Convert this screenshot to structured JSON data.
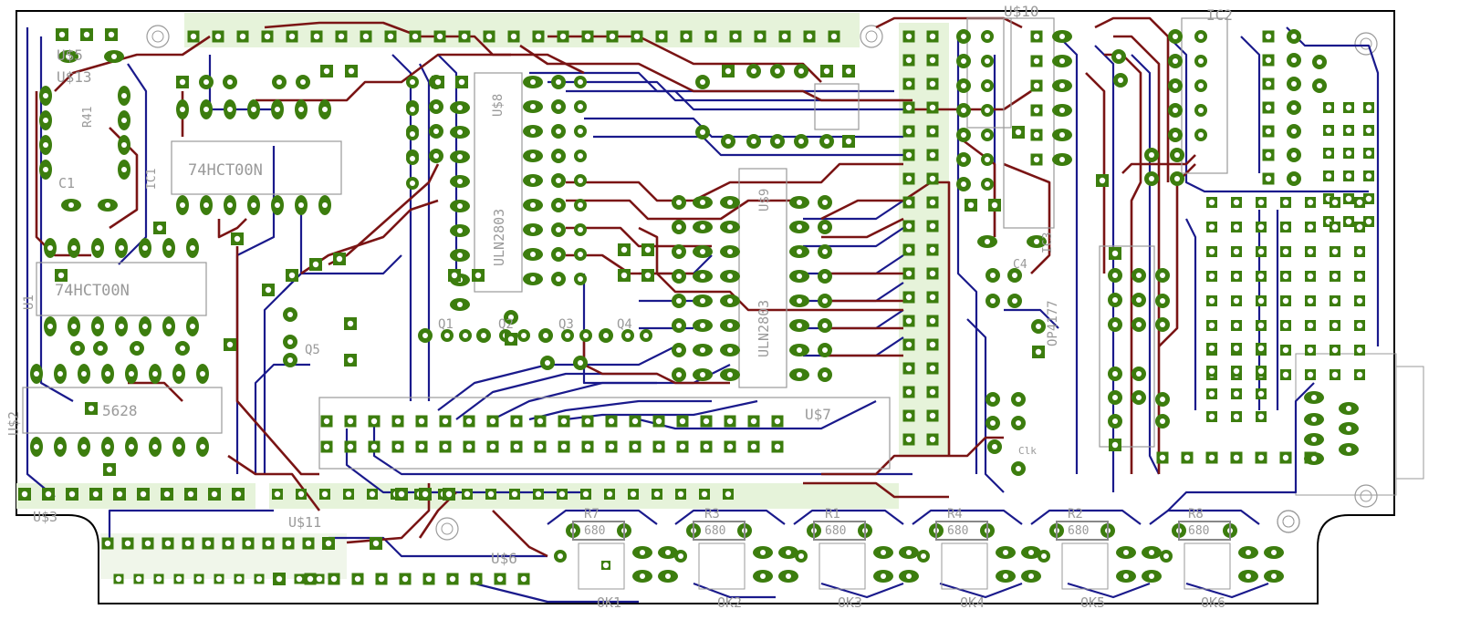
{
  "colors": {
    "background": "#ffffff",
    "outline": "#000000",
    "silkscreen": "#9a9a9a",
    "top_trace": "#7a1414",
    "bottom_trace": "#1a1a8c",
    "pad": "#3c7d0e",
    "hole": "#ffffff",
    "header_fill": "#e6f3da"
  },
  "labels": {
    "u5": "U$5",
    "u13": "U$13",
    "c1": "C1",
    "hct00_top": "74HCT00N",
    "hct00_bottom": "74HCT00N",
    "u2": "U$2",
    "chip5628": "5628",
    "u3": "U$3",
    "u11": "U$11",
    "u6": "U$6",
    "u7": "U$7",
    "u8": "U$8",
    "u9": "U$9",
    "u10": "U$10",
    "ic2": "IC2",
    "uln_left": "ULN2803",
    "uln_right": "ULN2803",
    "q1": "Q1",
    "q2": "Q2",
    "q3": "Q3",
    "q4": "Q4",
    "q5": "Q5",
    "r7": "R7",
    "r3": "R3",
    "r1": "R1",
    "r4": "R4",
    "r2": "R2",
    "r8": "R8",
    "r_value": "680",
    "ok1": "OK1",
    "ok2": "OK2",
    "ok3": "OK3",
    "ok4": "OK4",
    "ok5": "OK5",
    "ok6": "OK6",
    "ic3": "IC3",
    "c4": "C4",
    "op_amp": "OP4177",
    "clk": "Clk",
    "u1": "U1",
    "r41": "R41",
    "ic1": "IC1"
  }
}
